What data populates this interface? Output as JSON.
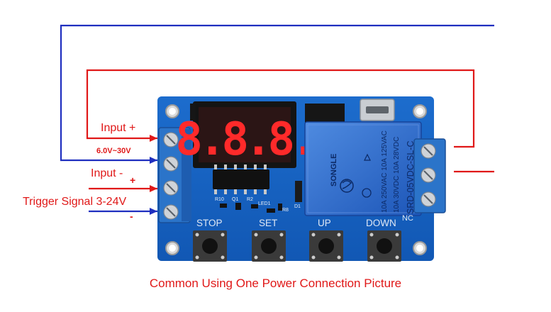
{
  "labels": {
    "input_plus": "Input +",
    "voltage_range": "6.0V~30V",
    "input_minus": "Input -",
    "trigger_plus": "+",
    "trigger_signal": "Trigger Signal 3-24V",
    "trigger_minus": "-"
  },
  "board": {
    "display_digits": "8.8.8.",
    "buttons": [
      "STOP",
      "SET",
      "UP",
      "DOWN"
    ],
    "silkscreen": [
      "R10",
      "Q1",
      "R2",
      "LED1",
      "R8",
      "D1"
    ],
    "relay_contact_label": "NC"
  },
  "relay": {
    "brand": "SONGLE",
    "model": "SRD-05VDC-SL-C",
    "rating_left": "10A 250VAC 10A 125VAC",
    "rating_right": "10A 30VDC 10A 28VDC"
  },
  "caption": "Common Using One Power Connection Picture",
  "colors": {
    "wire_red": "#e01818",
    "wire_blue": "#1f2fbf",
    "pcb": "#1565c8",
    "terminal": "#2b74c9",
    "relay": "#2e68c8"
  }
}
